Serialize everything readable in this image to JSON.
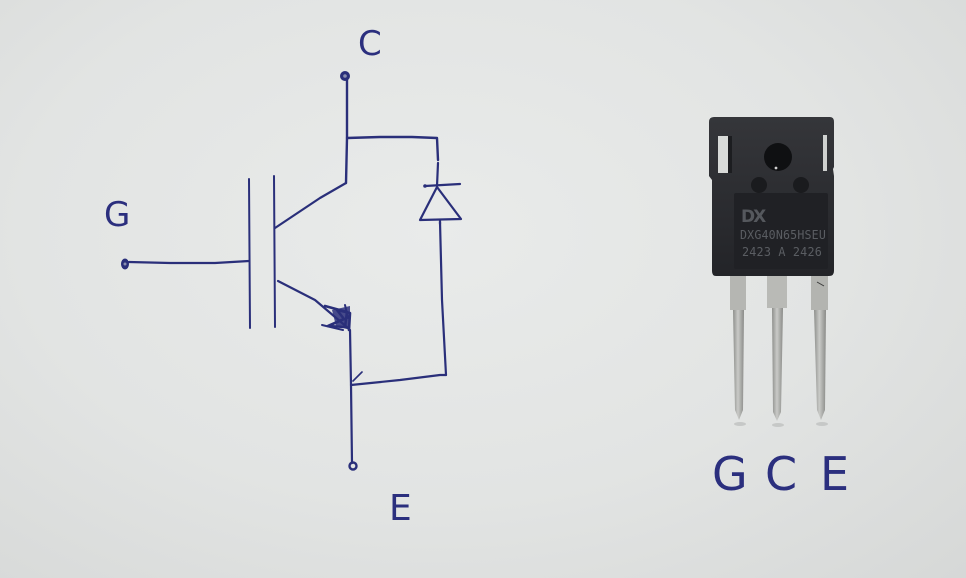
{
  "scene": {
    "description": "Hand-drawn IGBT schematic symbol with anti-parallel freewheeling diode beside a physical TO-247 IGBT package with labeled pins",
    "colors": {
      "paper": "#e4e6e5",
      "ink": "#2a2f7a",
      "package_body": "#2b2c30",
      "package_face": "#1f2024",
      "lead_metal": "#a9aaa7",
      "marking_text": "#5a5d62"
    }
  },
  "schematic": {
    "symbol": "IGBT with anti-parallel diode",
    "terminals": {
      "collector": "C",
      "gate": "G",
      "emitter": "E"
    },
    "elements": [
      "gate-plate",
      "channel-bar",
      "collector-lead",
      "emitter-arrow",
      "diode",
      "collector-node",
      "emitter-node",
      "gate-node"
    ]
  },
  "component": {
    "package": "TO-247",
    "logo": "DX",
    "marking_line1": "DXG40N65HSEU",
    "marking_line2": "2423 A 2426",
    "pin_labels": [
      "G",
      "C",
      "E"
    ]
  }
}
